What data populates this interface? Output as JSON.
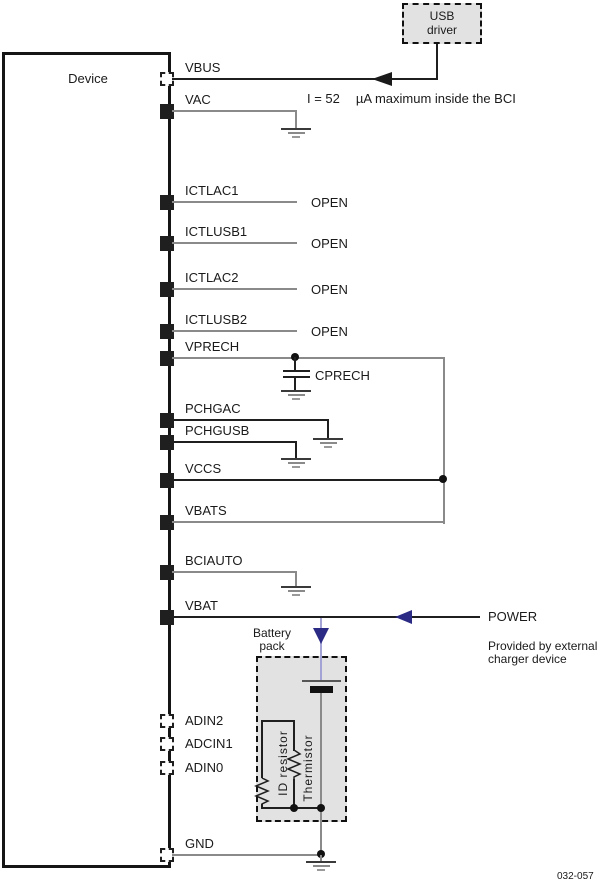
{
  "device": {
    "label": "Device"
  },
  "usb_driver": {
    "line1": "USB",
    "line2": "driver"
  },
  "pins": {
    "vbus": {
      "label": "VBUS"
    },
    "vac": {
      "label": "VAC"
    },
    "ictlac1": {
      "label": "ICTLAC1"
    },
    "ictlusb1": {
      "label": "ICTLUSB1"
    },
    "ictlac2": {
      "label": "ICTLAC2"
    },
    "ictlusb2": {
      "label": "ICTLUSB2"
    },
    "vprech": {
      "label": "VPRECH"
    },
    "pchgac": {
      "label": "PCHGAC"
    },
    "pchgusb": {
      "label": "PCHGUSB"
    },
    "vccs": {
      "label": "VCCS"
    },
    "vbats": {
      "label": "VBATS"
    },
    "bciauto": {
      "label": "BCIAUTO"
    },
    "vbat": {
      "label": "VBAT"
    },
    "adin2": {
      "label": "ADIN2"
    },
    "adcin1": {
      "label": "ADCIN1"
    },
    "adin0": {
      "label": "ADIN0"
    },
    "gnd": {
      "label": "GND"
    }
  },
  "labels": {
    "open": "OPEN",
    "cprech": "CPRECH",
    "current_prefix": "I = 52",
    "current_suffix": "µA maximum inside the BCI",
    "power": "POWER",
    "provided_line1": "Provided by external",
    "provided_line2": "charger device",
    "battery_line1": "Battery",
    "battery_line2": "pack",
    "id_resistor": "ID resistor",
    "thermistor": "Thermistor",
    "figure_id": "032-057"
  },
  "colors": {
    "wire_gray": "#8a8a8a",
    "wire_dark": "#1f1f1f",
    "arrow_navy": "#2b2b85",
    "battery_wire_lavender": "#a3a3d6",
    "box_fill": "#e2e2e2"
  }
}
